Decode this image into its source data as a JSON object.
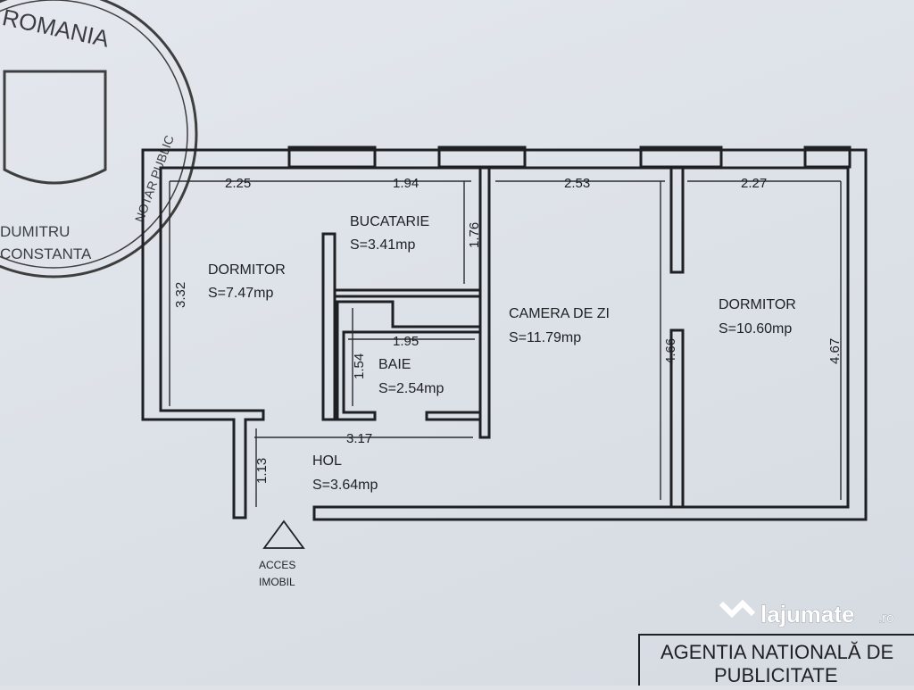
{
  "stamp": {
    "top_text": "ROMANIA",
    "side_text": "NOTAR PUBLIC",
    "bottom_text_1": "DUMITRU",
    "bottom_text_2": "CONSTANTA"
  },
  "rooms": [
    {
      "name": "DORMITOR",
      "area": "S=7.47mp"
    },
    {
      "name": "BUCATARIE",
      "area": "S=3.41mp"
    },
    {
      "name": "BAIE",
      "area": "S=2.54mp"
    },
    {
      "name": "CAMERA DE ZI",
      "area": "S=11.79mp"
    },
    {
      "name": "DORMITOR",
      "area": "S=10.60mp"
    },
    {
      "name": "HOL",
      "area": "S=3.64mp"
    }
  ],
  "dimensions": {
    "d1": "2.25",
    "d2": "1.94",
    "d3": "2.53",
    "d4": "2.27",
    "d5": "3.32",
    "d6": "1.76",
    "d7": "1.95",
    "d8": "1.54",
    "d9": "4.66",
    "d10": "4.67",
    "d11": "3.17",
    "d12": "1.13"
  },
  "entrance": {
    "line1": "ACCES",
    "line2": "IMOBIL"
  },
  "title_block": {
    "line1": "AGENTIA NATIONALĂ DE",
    "line2": "PUBLICITATE"
  },
  "watermark": {
    "brand": "lajumate",
    "suffix": ".ro"
  }
}
